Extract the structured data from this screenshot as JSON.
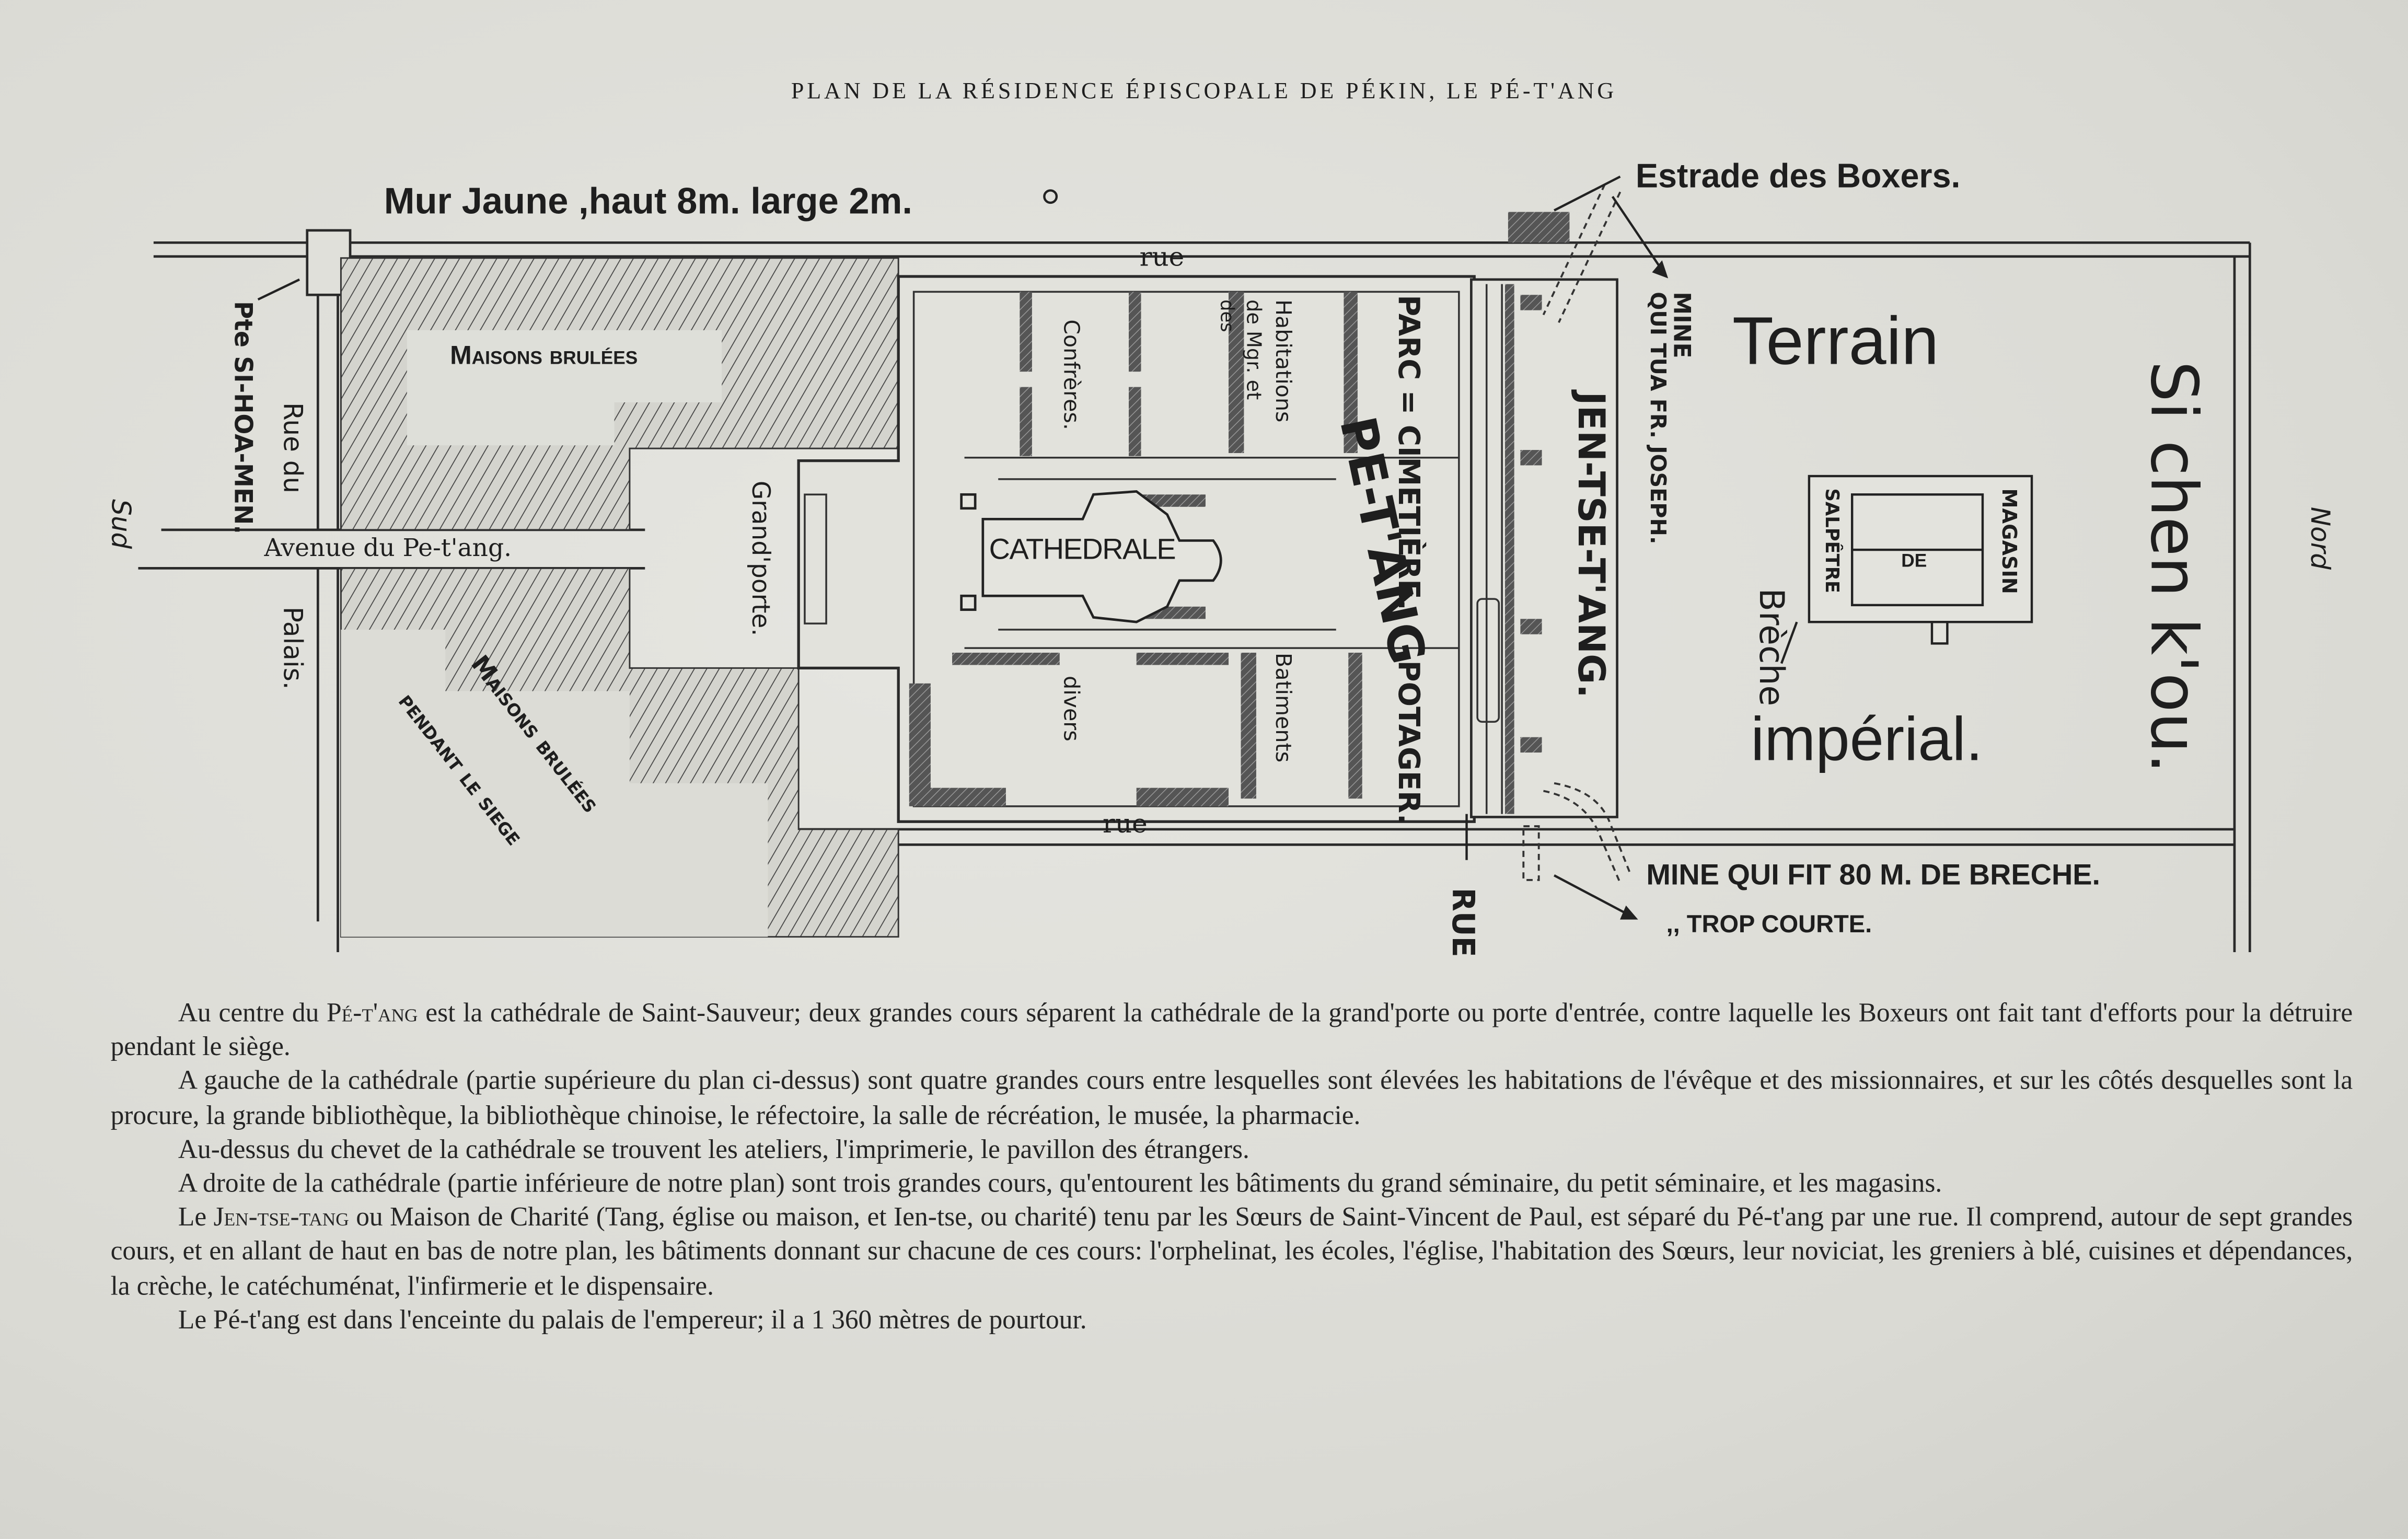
{
  "title": "PLAN DE LA RÉSIDENCE ÉPISCOPALE DE PÉKIN, LE PÉ-T'ANG",
  "map": {
    "mur_jaune": "Mur Jaune ,haut 8m. large 2m.",
    "estrade": "Estrade des Boxers.",
    "rue_top": "rue",
    "rue_bottom": "rue",
    "rue_big": "RUE",
    "porte": "Pte SI-HOA-MEN.",
    "rue_du": "Rue du",
    "palais": "Palais.",
    "sud": "Sud",
    "nord": "Nord",
    "avenue": "Avenue du Pe-t'ang.",
    "maisons_brulees": "Maisons brulées",
    "maisons_siege_1": "Maisons brulées",
    "maisons_siege_2": "pendant le siege",
    "grand_porte": "Grand'porte.",
    "confreres": "Confrères.",
    "habitations": "Habitations",
    "de_mgr": "de Mgr. et",
    "des": "des",
    "cathedrale": "CATHEDRALE",
    "pe_tang": "PE-T'ANG",
    "parc": "PARC = CIMETIÈRE.",
    "potager": "POTAGER.",
    "divers": "divers",
    "batiments": "Batiments",
    "jen_tse_tang": "JEN-TSE-T'ANG.",
    "mine_1": "MINE",
    "mine_2": "QUI TUA FR. JOSEPH.",
    "terrain": "Terrain",
    "imperial": "impérial.",
    "breche": "Brèche",
    "magasin": "MAGASIN",
    "de": "DE",
    "salpetre": "SALPÊTRE",
    "si_chen_kou": "Si chen k'ou.",
    "mine_80": "MINE QUI FIT 80 M. DE BRECHE.",
    "trop_courte": ",,  TROP COURTE."
  },
  "paragraphs": [
    {
      "lead": "Au centre du ",
      "sc": "Pé-t'ang",
      "rest": " est la cathédrale de Saint-Sauveur; deux grandes cours séparent la cathédrale de la grand'porte ou porte d'entrée, contre laquelle les Boxeurs ont fait tant d'efforts pour la détruire pendant le siège."
    },
    {
      "lead": "A gauche de la cathédrale (partie supérieure du plan ci-dessus) sont quatre grandes cours entre lesquelles sont élevées les habitations de l'évêque et des missionnaires, et sur les côtés desquelles sont la procure, la grande bibliothèque, la bibliothèque chinoise, le réfectoire, la salle de récréation, le musée, la pharmacie.",
      "sc": "",
      "rest": ""
    },
    {
      "lead": "Au-dessus du chevet de la cathédrale se trouvent les ateliers, l'imprimerie, le pavillon des étrangers.",
      "sc": "",
      "rest": ""
    },
    {
      "lead": "A droite de la cathédrale (partie inférieure de notre plan) sont trois grandes cours, qu'entourent les bâtiments du grand séminaire, du petit séminaire, et les magasins.",
      "sc": "",
      "rest": ""
    },
    {
      "lead": "Le ",
      "sc": "Jen-tse-tang",
      "rest": " ou Maison de Charité (Tang, église ou maison, et Ien-tse, ou charité) tenu par les Sœurs de Saint-Vincent de Paul, est séparé du Pé-t'ang par une rue. Il comprend, autour de sept grandes cours, et en allant de haut en bas de notre plan, les bâtiments donnant sur chacune de ces cours: l'orphelinat, les écoles, l'église, l'habitation des Sœurs, leur noviciat, les greniers à blé, cuisines et dépendances, la crèche, le catéchuménat, l'infirmerie et le dispensaire."
    },
    {
      "lead": "Le Pé-t'ang est dans l'enceinte du palais de l'empereur; il a 1 360 mètres de pourtour.",
      "sc": "",
      "rest": ""
    }
  ]
}
